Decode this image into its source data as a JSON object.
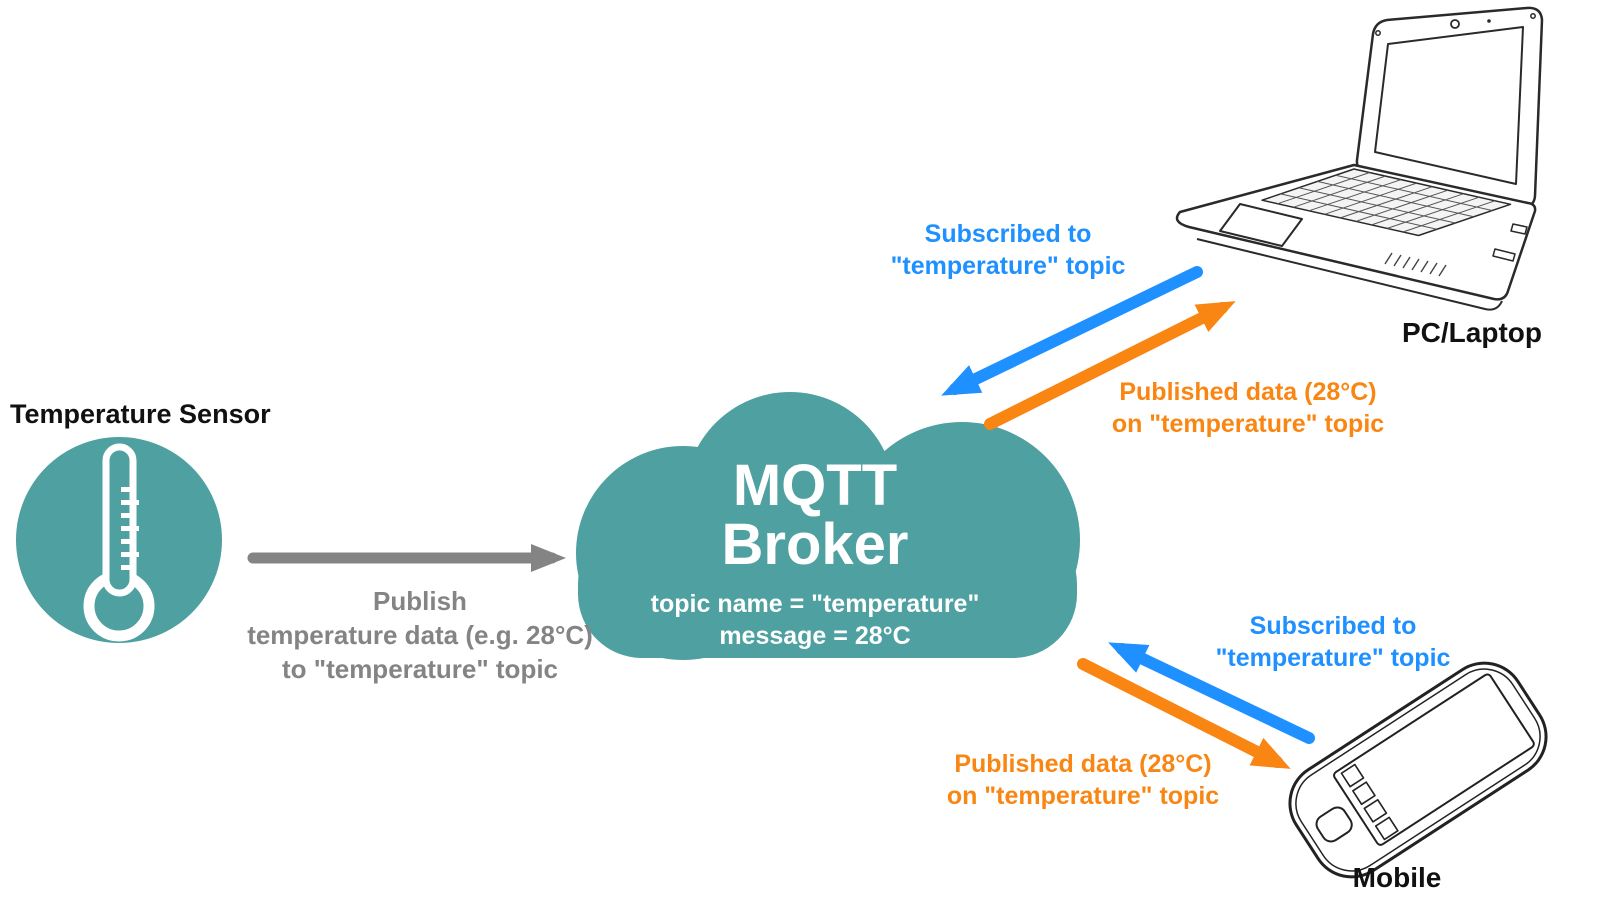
{
  "colors": {
    "teal": "#4FA0A0",
    "blue": "#1E90FF",
    "orange": "#F98613",
    "gray": "#848484",
    "black": "#111111",
    "white": "#FFFFFF"
  },
  "sensor": {
    "title": "Temperature Sensor"
  },
  "publish_flow": {
    "line1": "Publish",
    "line2": "temperature data (e.g. 28°C)",
    "line3": "to \"temperature\" topic"
  },
  "broker": {
    "name_line1": "MQTT",
    "name_line2": "Broker",
    "topic_line": "topic name = \"temperature\"",
    "message_line": "message = 28°C"
  },
  "pc": {
    "label": "PC/Laptop",
    "subscribed_line1": "Subscribed to",
    "subscribed_line2": "\"temperature\" topic",
    "published_line1": "Published data (28°C)",
    "published_line2": "on \"temperature\" topic"
  },
  "mobile": {
    "label": "Mobile",
    "subscribed_line1": "Subscribed to",
    "subscribed_line2": "\"temperature\" topic",
    "published_line1": "Published data (28°C)",
    "published_line2": "on \"temperature\" topic"
  }
}
